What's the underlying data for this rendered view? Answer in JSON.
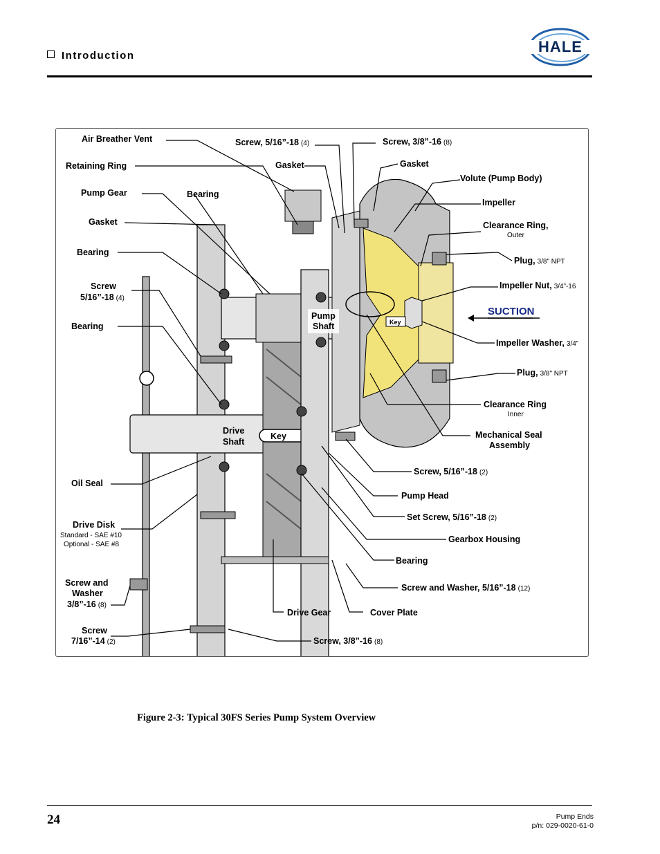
{
  "header": {
    "section": "Introduction",
    "logo_text": "HALE"
  },
  "figure": {
    "labels_left": {
      "air_breather_vent": "Air Breather Vent",
      "retaining_ring": "Retaining Ring",
      "pump_gear": "Pump Gear",
      "gasket": "Gasket",
      "bearing_1": "Bearing",
      "screw_a": "Screw",
      "screw_a_size": "5/16”-18",
      "screw_a_qty": "(4)",
      "bearing_2": "Bearing",
      "oil_seal": "Oil Seal",
      "drive_disk": "Drive Disk",
      "drive_disk_std": "Standard - SAE #10",
      "drive_disk_opt": "Optional - SAE #8",
      "screw_washer_1": "Screw and",
      "screw_washer_2": "Washer",
      "screw_washer_size": "3/8”-16",
      "screw_washer_qty": "(8)",
      "screw_b": "Screw",
      "screw_b_size": "7/16”-14",
      "screw_b_qty": "(2)"
    },
    "labels_top": {
      "screw_516": "Screw, 5/16”-18",
      "screw_516_qty": "(4)",
      "gasket": "Gasket",
      "bearing": "Bearing",
      "screw_38": "Screw, 3/8”-16",
      "screw_38_qty": "(8)",
      "gasket_2": "Gasket"
    },
    "labels_right": {
      "volute": "Volute (Pump Body)",
      "impeller": "Impeller",
      "clearance_ring_outer": "Clearance Ring,",
      "clearance_ring_outer_sub": "Outer",
      "plug_1": "Plug,",
      "plug_1_size": "3/8\" NPT",
      "impeller_nut": "Impeller Nut,",
      "impeller_nut_size": "3/4”-16",
      "suction": "SUCTION",
      "impeller_washer": "Impeller Washer,",
      "impeller_washer_size": "3/4”",
      "plug_2": "Plug,",
      "plug_2_size": "3/8\" NPT",
      "clearance_ring_inner": "Clearance Ring",
      "clearance_ring_inner_sub": "Inner",
      "mech_seal_1": "Mechanical Seal",
      "mech_seal_2": "Assembly",
      "screw_516_b": "Screw, 5/16”-18",
      "screw_516_b_qty": "(2)",
      "pump_head": "Pump Head",
      "set_screw": "Set Screw, 5/16”-18",
      "set_screw_qty": "(2)",
      "gearbox_housing": "Gearbox Housing",
      "bearing": "Bearing",
      "screw_washer": "Screw and Washer, 5/16”-18",
      "screw_washer_qty": "(12)",
      "cover_plate": "Cover Plate",
      "drive_gear": "Drive Gear",
      "screw_38_b": "Screw, 3/8”-16",
      "screw_38_b_qty": "(8)"
    },
    "labels_inner": {
      "pump_shaft_1": "Pump",
      "pump_shaft_2": "Shaft",
      "drive_shaft_1": "Drive",
      "drive_shaft_2": "Shaft",
      "key_1": "Key",
      "key_2": "Key"
    },
    "caption": "Figure 2-3: Typical 30FS Series Pump System Overview"
  },
  "footer": {
    "page_number": "24",
    "doc_title": "Pump Ends",
    "part_number": "p/n: 029-0020-61-0"
  },
  "colors": {
    "impeller_yellow": "#f2e27a",
    "metal_gray": "#c8c8c8",
    "dark_gray": "#8a8a8a",
    "suction_blue": "#1a2a8a",
    "logo_blue": "#1f5fa8"
  }
}
